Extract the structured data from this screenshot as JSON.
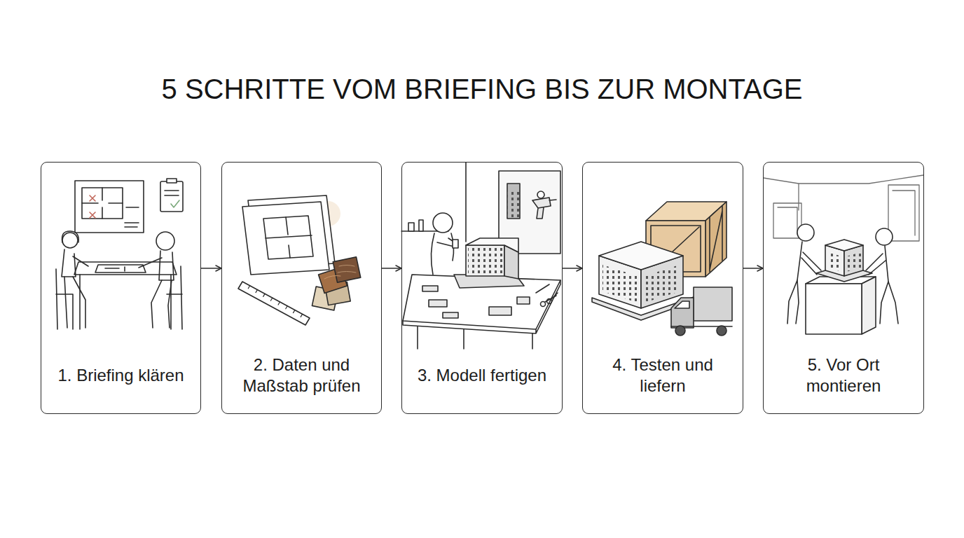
{
  "diagram": {
    "title": "5 SCHRITTE VOM BRIEFING BIS ZUR MONTAGE",
    "nodes": [
      {
        "text": [
          "1. Briefing klären"
        ]
      },
      {
        "text": [
          "2. Daten und Maßstab prüfen"
        ]
      },
      {
        "text": [
          "3. Modell fertigen"
        ]
      },
      {
        "text": [
          "4. Testen und liefern"
        ]
      },
      {
        "text": [
          "5. Vor Ort montieren"
        ]
      }
    ],
    "edges": [
      {
        "from": 0,
        "to": 1,
        "arrow": "to"
      },
      {
        "from": 1,
        "to": 2,
        "arrow": "to"
      },
      {
        "from": 2,
        "to": 3,
        "arrow": "to"
      },
      {
        "from": 3,
        "to": 4,
        "arrow": "to"
      }
    ]
  }
}
